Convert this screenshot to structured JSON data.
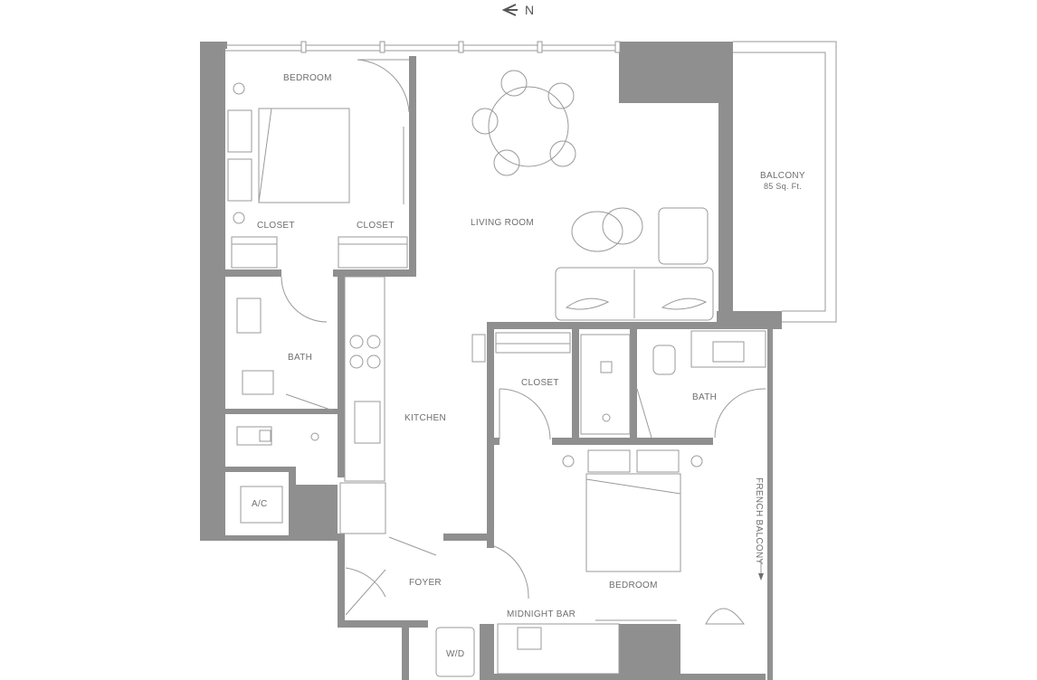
{
  "compass": {
    "label": "N"
  },
  "rooms": {
    "bedroom_1": "BEDROOM",
    "closet_1a": "CLOSET",
    "closet_1b": "CLOSET",
    "living_room": "LIVING ROOM",
    "balcony": "BALCONY",
    "balcony_area": "85 Sq. Ft.",
    "bath_1": "BATH",
    "kitchen": "KITCHEN",
    "closet_2": "CLOSET",
    "bath_2": "BATH",
    "french_balcony": "FRENCH BALCONY",
    "ac": "A/C",
    "foyer": "FOYER",
    "bedroom_2": "BEDROOM",
    "midnight_bar": "MIDNIGHT BAR",
    "wd": "W/D"
  },
  "colors": {
    "wall": "#8f8f8f",
    "line": "#9a9a9a",
    "label": "#6e6e6e"
  }
}
